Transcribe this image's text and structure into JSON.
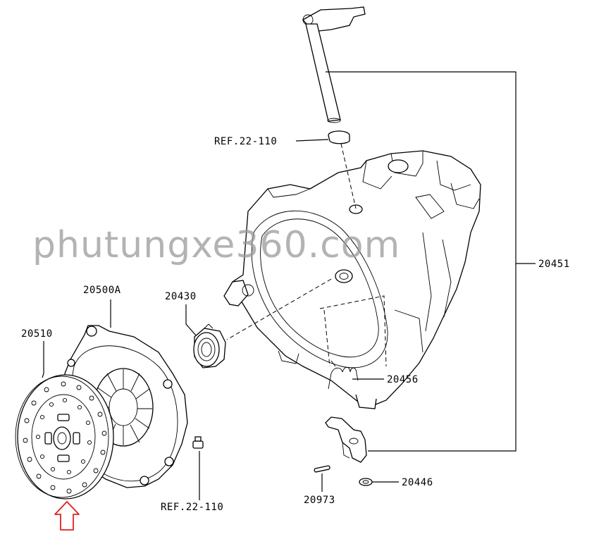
{
  "watermark": "phutungxe360.com",
  "labels": {
    "shift_shaft_ref": "REF.22-110",
    "transmission_assy": "20451",
    "release_bearing": "20430",
    "pressure_plate": "20500A",
    "clutch_disc": "20510",
    "return_spring": "20456",
    "bolt_ref": "REF.22-110",
    "pin": "20973",
    "washer": "20446"
  },
  "colors": {
    "line": "#000000",
    "watermark": "#9a9a9a",
    "arrow": "#e0201c"
  },
  "icons": {
    "arrow": "arrow-up-outline-icon"
  }
}
